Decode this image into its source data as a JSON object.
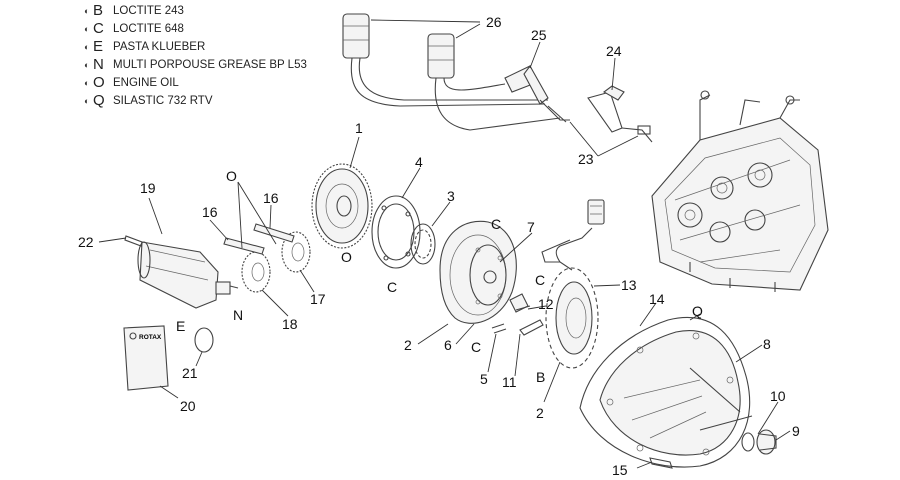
{
  "legend": [
    {
      "code": "B",
      "text": "LOCTITE 243"
    },
    {
      "code": "C",
      "text": "LOCTITE 648"
    },
    {
      "code": "E",
      "text": "PASTA KLUEBER"
    },
    {
      "code": "N",
      "text": "MULTI PORPOUSE GREASE BP L53"
    },
    {
      "code": "O",
      "text": "ENGINE OIL"
    },
    {
      "code": "Q",
      "text": "SILASTIC 732 RTV"
    }
  ],
  "callouts": {
    "n1": "1",
    "n2a": "2",
    "n2b": "2",
    "n3": "3",
    "n4": "4",
    "n5": "5",
    "n6": "6",
    "n7": "7",
    "n8": "8",
    "n9": "9",
    "n10": "10",
    "n11": "11",
    "n12": "12",
    "n13": "13",
    "n14": "14",
    "n15": "15",
    "n16a": "16",
    "n16b": "16",
    "n17": "17",
    "n18": "18",
    "n19": "19",
    "n20": "20",
    "n21": "21",
    "n22": "22",
    "n23": "23",
    "n24": "24",
    "n25": "25",
    "n26": "26"
  },
  "markers": {
    "o_top": "O",
    "o_gear": "O",
    "c_ring": "C",
    "c_flywheel": "C",
    "c_hub": "C",
    "c_bolt": "C",
    "e_starter": "E",
    "n_starter": "N",
    "b_bolt": "B",
    "q_cover": "Q"
  },
  "manual_logo": "ROTAX"
}
